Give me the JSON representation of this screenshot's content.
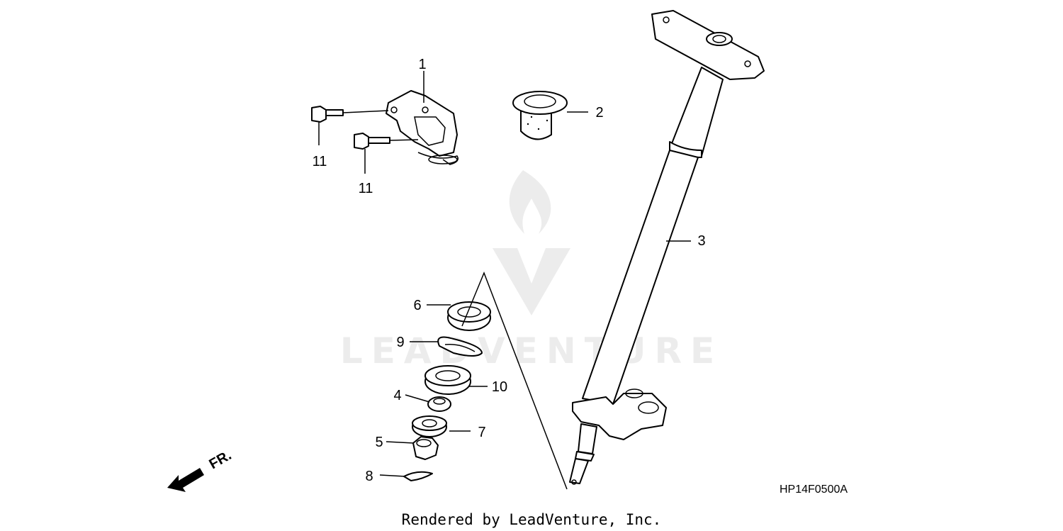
{
  "diagram": {
    "callouts": {
      "c1": "1",
      "c2": "2",
      "c3": "3",
      "c4": "4",
      "c5": "5",
      "c6": "6",
      "c7": "7",
      "c8": "8",
      "c9": "9",
      "c10": "10",
      "c11a": "11",
      "c11b": "11"
    },
    "front_arrow_label": "FR.",
    "diagram_code": "HP14F0500A",
    "watermark_wordmark": "LEADVENTURE",
    "footer_credit": "Rendered by LeadVenture, Inc."
  }
}
